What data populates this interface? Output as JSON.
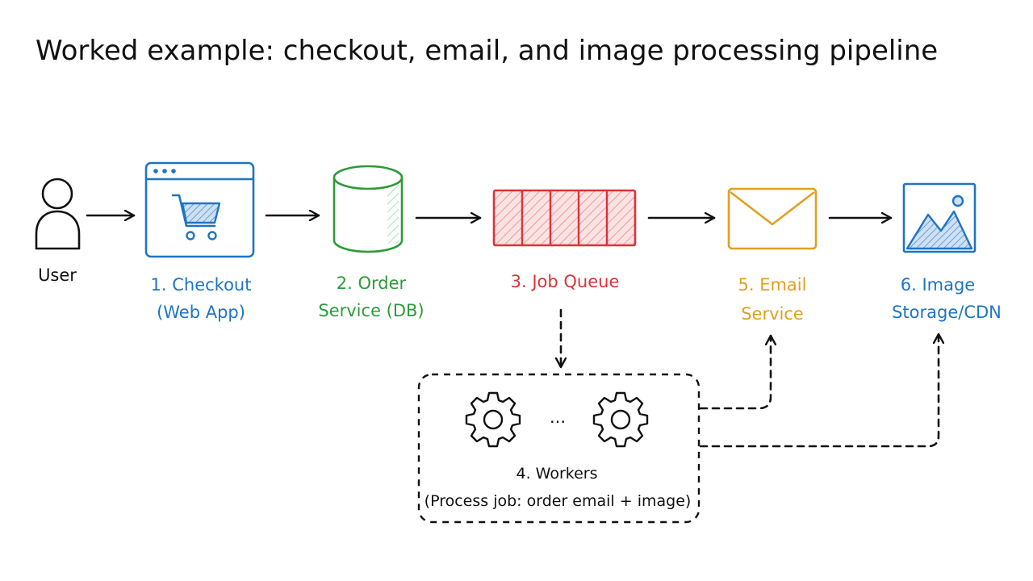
{
  "title": "Worked example: checkout, email, and image processing pipeline",
  "colors": {
    "ink": "#111111",
    "blue": "#1f74c4",
    "green": "#2e9a3a",
    "red": "#d9343a",
    "orange": "#e0a020",
    "red_fill": "#f4b9bb",
    "blue_fill": "#9dc0e6"
  },
  "nodes": {
    "user": {
      "label": "User",
      "icon": "user-icon"
    },
    "checkout": {
      "line1": "1. Checkout",
      "line2": "(Web App)",
      "icon": "browser-cart-icon"
    },
    "order": {
      "line1": "2. Order",
      "line2": "Service (DB)",
      "icon": "database-cylinder-icon"
    },
    "queue": {
      "label": "3. Job Queue",
      "icon": "queue-icon"
    },
    "workers": {
      "line1": "4. Workers",
      "line2": "(Process job: order email + image)",
      "ellipsis": "...",
      "icon": "gear-icon"
    },
    "email": {
      "line1": "5. Email",
      "line2": "Service",
      "icon": "envelope-icon"
    },
    "image": {
      "line1": "6. Image",
      "line2": "Storage/CDN",
      "icon": "image-icon"
    }
  }
}
